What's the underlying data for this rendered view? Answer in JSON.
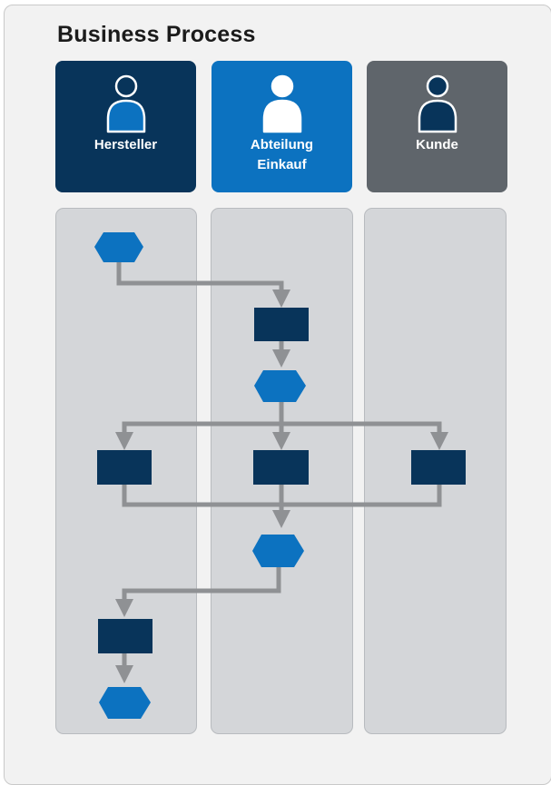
{
  "title": "Business Process",
  "colors": {
    "navy": "#08345a",
    "blue": "#0c72c0",
    "gray": "#5f656b",
    "lane": "#d4d6d9",
    "connector": "#8f9194"
  },
  "roles": [
    {
      "label": "Hersteller",
      "icon": "person-icon",
      "color": "#08345a"
    },
    {
      "label": "Abteilung\nEinkauf",
      "icon": "person-icon",
      "color": "#0c72c0"
    },
    {
      "label": "Kunde",
      "icon": "person-icon",
      "color": "#5f656b"
    }
  ]
}
